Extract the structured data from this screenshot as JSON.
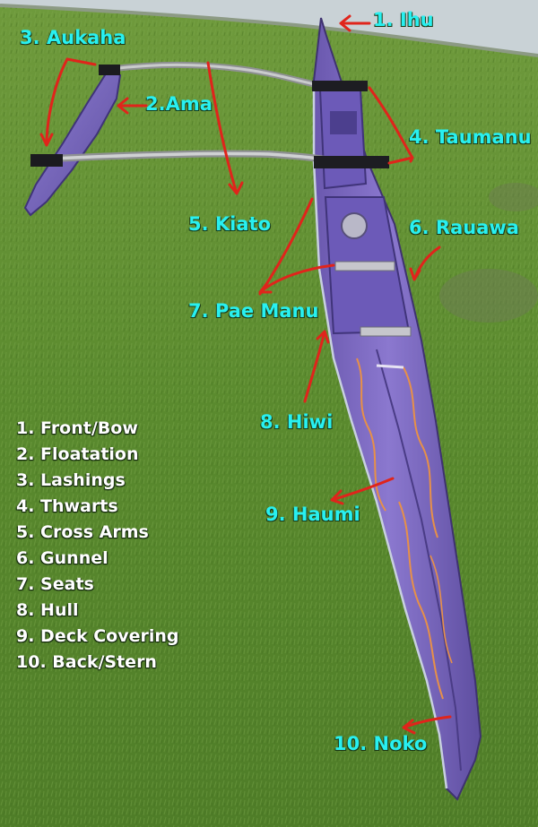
{
  "colors": {
    "label_text": "#28f0f0",
    "legend_text": "#ffffff",
    "arrow": "#e0241b",
    "hull": "#8470c4",
    "grass": "#5a8a2e",
    "water": "#c9d2d6"
  },
  "labels": [
    {
      "id": "ihu",
      "text": "1. Ihu"
    },
    {
      "id": "ama",
      "text": "2.Ama"
    },
    {
      "id": "aukaha",
      "text": "3. Aukaha"
    },
    {
      "id": "taumanu",
      "text": "4. Taumanu"
    },
    {
      "id": "kiato",
      "text": "5. Kiato"
    },
    {
      "id": "rauawa",
      "text": "6. Rauawa"
    },
    {
      "id": "pae-manu",
      "text": "7. Pae Manu"
    },
    {
      "id": "hiwi",
      "text": "8. Hiwi"
    },
    {
      "id": "haumi",
      "text": "9. Haumi"
    },
    {
      "id": "noko",
      "text": "10. Noko"
    }
  ],
  "legend": [
    "1. Front/Bow",
    "2. Floatation",
    "3. Lashings",
    "4. Thwarts",
    "5. Cross Arms",
    "6. Gunnel",
    "7. Seats",
    "8. Hull",
    "9. Deck Covering",
    "10. Back/Stern"
  ]
}
